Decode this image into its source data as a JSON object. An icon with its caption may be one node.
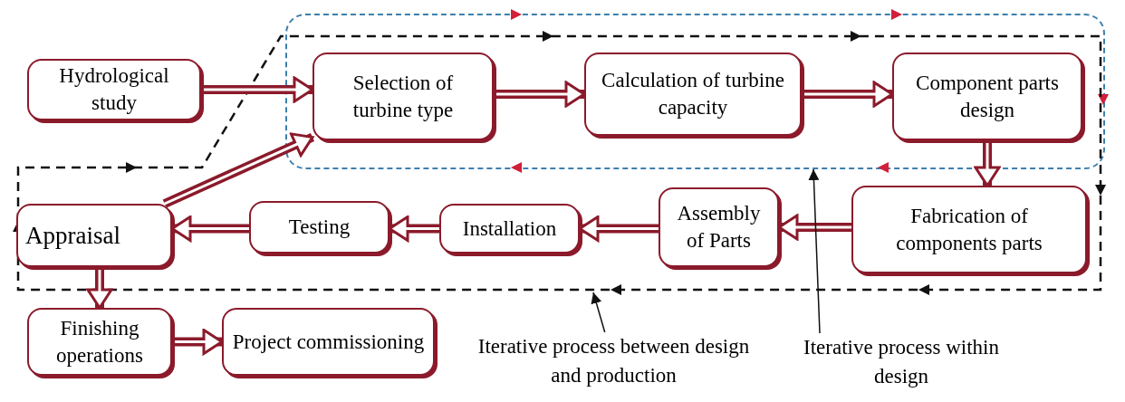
{
  "diagram": {
    "nodes": [
      {
        "text": [
          "Hydrological study"
        ]
      },
      {
        "text": [
          "Selection of turbine type"
        ]
      },
      {
        "text": [
          "Calculation of turbine capacity"
        ]
      },
      {
        "text": [
          "Component parts design"
        ]
      },
      {
        "text": [
          "Fabrication of components parts"
        ]
      },
      {
        "text": [
          "Assembly of Parts"
        ]
      },
      {
        "text": [
          "Installation"
        ]
      },
      {
        "text": [
          "Testing"
        ]
      },
      {
        "text": [
          "Appraisal"
        ]
      },
      {
        "text": [
          "Finishing operations"
        ]
      },
      {
        "text": [
          "Project commissioning"
        ]
      },
      {
        "text": [
          "Iterative process between design and production"
        ]
      },
      {
        "text": [
          "Iterative process within design"
        ]
      }
    ],
    "edges": [
      {
        "from": 0,
        "to": 1,
        "arrow": "to"
      },
      {
        "from": 1,
        "to": 2,
        "arrow": "to"
      },
      {
        "from": 2,
        "to": 3,
        "arrow": "to"
      },
      {
        "from": 3,
        "to": 4,
        "arrow": "to"
      },
      {
        "from": 4,
        "to": 5,
        "arrow": "to"
      },
      {
        "from": 5,
        "to": 6,
        "arrow": "to"
      },
      {
        "from": 6,
        "to": 7,
        "arrow": "to"
      },
      {
        "from": 7,
        "to": 8,
        "arrow": "to"
      },
      {
        "from": 8,
        "to": 1,
        "arrow": "to"
      },
      {
        "from": 8,
        "to": 9,
        "arrow": "to"
      },
      {
        "from": 9,
        "to": 10,
        "arrow": "to"
      },
      {
        "from": 11,
        "to": null,
        "arrow": "to",
        "color": "#111111"
      },
      {
        "from": 12,
        "to": null,
        "arrow": "to",
        "color": "#111111"
      }
    ]
  }
}
